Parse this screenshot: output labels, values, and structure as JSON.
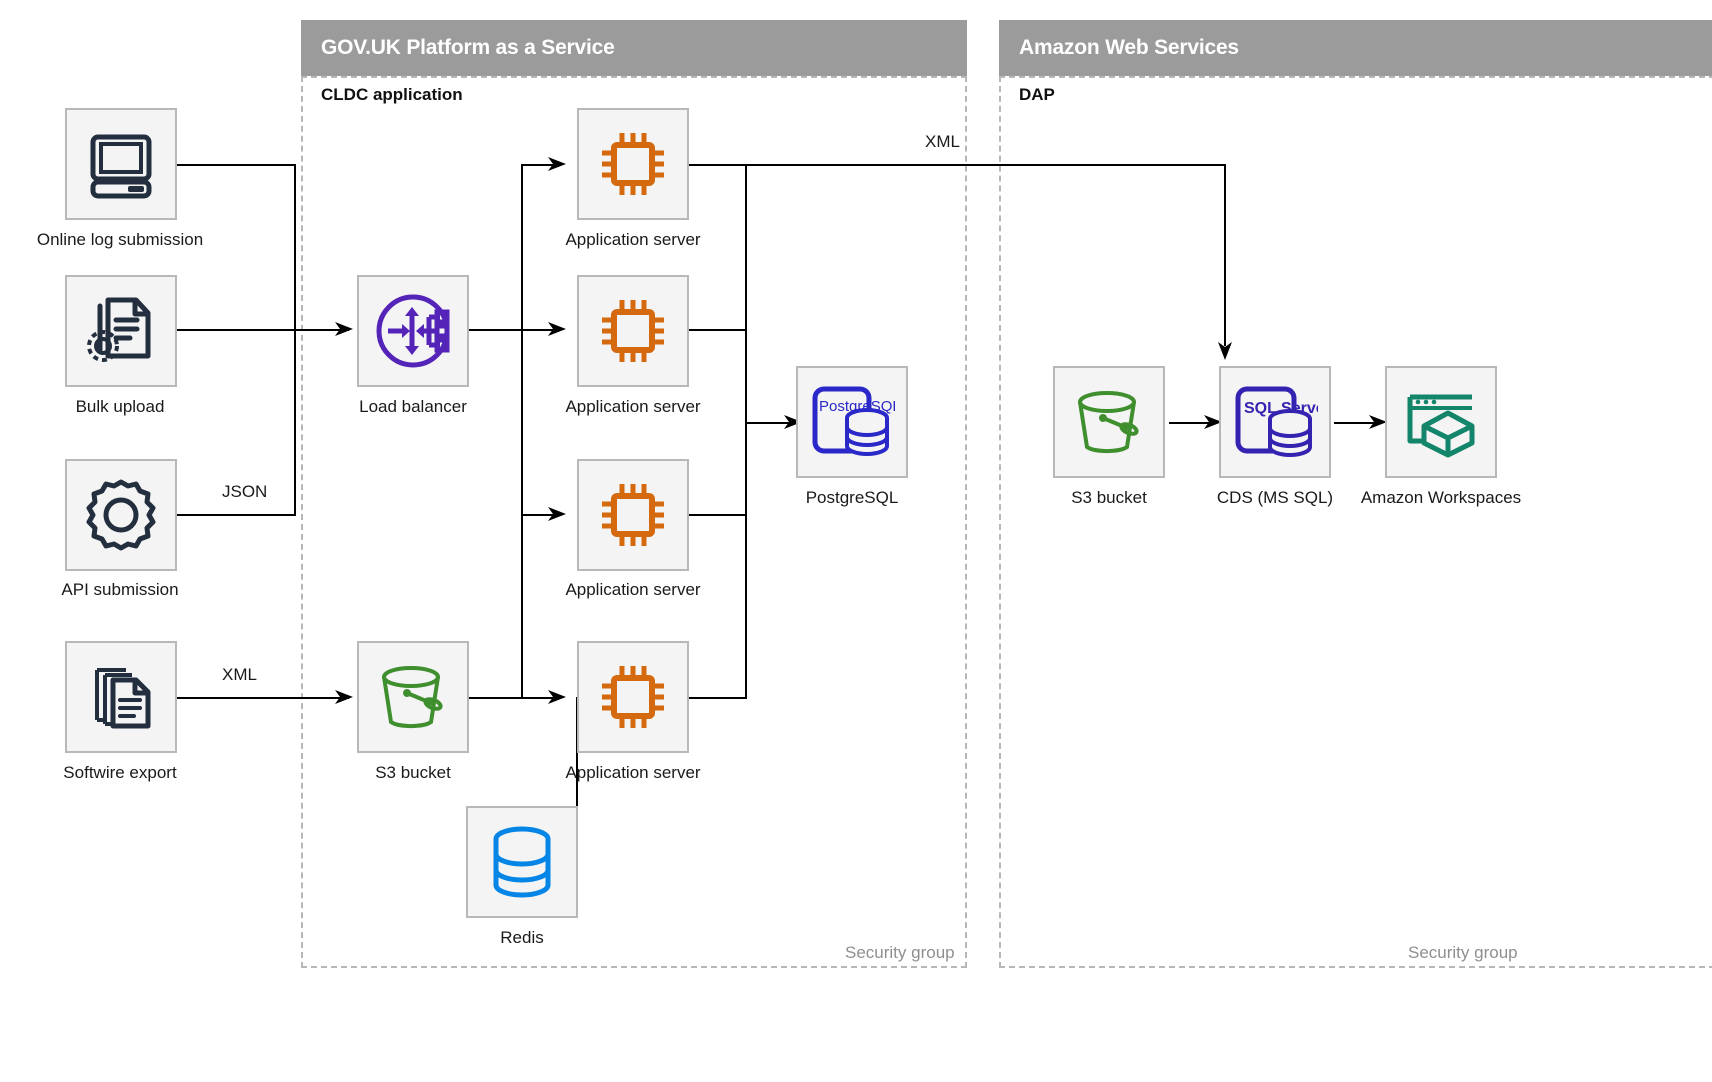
{
  "groups": [
    {
      "title": "GOV.UK Platform as a Service",
      "sub_label": "CLDC application",
      "security_group_label": "Security group"
    },
    {
      "title": "Amazon Web Services",
      "sub_label": "DAP",
      "security_group_label": "Security group"
    }
  ],
  "nodes": {
    "online_log_submission": {
      "label": "Online log submission",
      "icon": "desktop-computer-icon",
      "color": "#232f3e"
    },
    "bulk_upload": {
      "label": "Bulk upload",
      "icon": "document-gear-icon",
      "color": "#232f3e"
    },
    "api_submission": {
      "label": "API submission",
      "icon": "gear-icon",
      "color": "#232f3e"
    },
    "softwire_export": {
      "label": "Softwire export",
      "icon": "documents-stack-icon",
      "color": "#232f3e"
    },
    "load_balancer": {
      "label": "Load balancer",
      "icon": "load-balancer-icon",
      "color": "#5423b8"
    },
    "app_server_1": {
      "label": "Application server",
      "icon": "cpu-chip-icon",
      "color": "#d4690d"
    },
    "app_server_2": {
      "label": "Application server",
      "icon": "cpu-chip-icon",
      "color": "#d4690d"
    },
    "app_server_3": {
      "label": "Application server",
      "icon": "cpu-chip-icon",
      "color": "#d4690d"
    },
    "app_server_4": {
      "label": "Application server",
      "icon": "cpu-chip-icon",
      "color": "#d4690d"
    },
    "postgresql": {
      "label": "PostgreSQL",
      "icon": "postgresql-icon",
      "color": "#2a28c8",
      "badge_text": "PostgreSQL"
    },
    "s3_bucket_paas": {
      "label": "S3 bucket",
      "icon": "s3-bucket-icon",
      "color": "#3f8f2e"
    },
    "redis": {
      "label": "Redis",
      "icon": "redis-database-icon",
      "color": "#0585e6"
    },
    "s3_bucket_aws": {
      "label": "S3 bucket",
      "icon": "s3-bucket-icon",
      "color": "#3f8f2e"
    },
    "cds_ms_sql": {
      "label": "CDS (MS SQL)",
      "icon": "sql-server-icon",
      "color": "#3423b0",
      "badge_text": "SQL Server"
    },
    "amazon_workspaces": {
      "label": "Amazon Workspaces",
      "icon": "amazon-workspaces-icon",
      "color": "#12856a"
    }
  },
  "edge_labels": {
    "api_json": "JSON",
    "softwire_xml": "XML",
    "appserver_xml": "XML"
  }
}
